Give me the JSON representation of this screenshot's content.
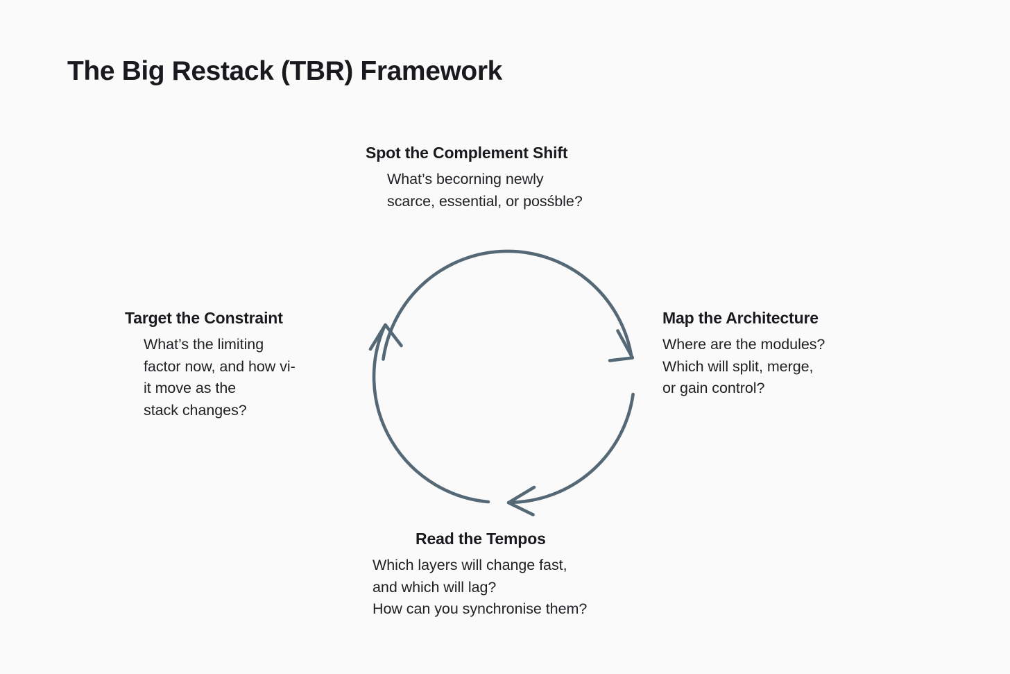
{
  "page": {
    "title": "The Big Restack (TBR) Framework",
    "background_color": "#fbfafa",
    "title_color": "#1a1a1e",
    "body_color": "#1f2024",
    "accent_color": "#546876"
  },
  "diagram": {
    "name": "clockwise-cycle",
    "direction": "clockwise",
    "arc_color": "#546876",
    "arrow_count": 3,
    "steps": [
      {
        "id": "spot",
        "position": "top",
        "title": "Spot the Complement Shift",
        "body": "What’s becorning newly\nscarce, essential, or posśble?"
      },
      {
        "id": "map",
        "position": "right",
        "title": "Map the Architecture",
        "body": "Where are the modules?\nWhich will split, merge,\nor gain control?"
      },
      {
        "id": "read",
        "position": "bottom",
        "title": "Read the Tempos",
        "body": "Which layers will change fast,\nand which will lag?\nHow can you synchronise them?"
      },
      {
        "id": "target",
        "position": "left",
        "title": "Target the Constraint",
        "body": "What’s the limiting\nfactor now, and how vi-\nit move as the\nstack changes?"
      }
    ]
  }
}
